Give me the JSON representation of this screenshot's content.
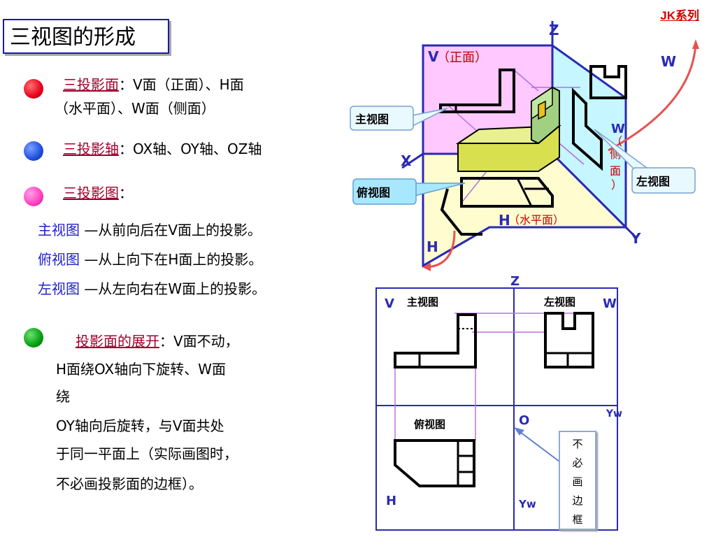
{
  "title": "三视图的形成",
  "series_tag": "JK系列",
  "colors": {
    "bullet1": "#e8001c",
    "bullet2": "#1e4fe0",
    "bullet3": "#ff40c0",
    "bullet4": "#00a010",
    "term": "#a0002c",
    "view_name": "#2222cc",
    "axis": "#2a2ab4"
  },
  "bullets": {
    "b1": {
      "term": "三投影面",
      "text1": "：V面（正面）、H面",
      "text2": "（水平面）、W面（侧面）"
    },
    "b2": {
      "term": "三投影轴",
      "text": "：OX轴、OY轴、OZ轴"
    },
    "b3": {
      "term": "三投影图",
      "text": "："
    },
    "views": [
      {
        "name": "主视图",
        "desc": " —从前向后在V面上的投影。"
      },
      {
        "name": "俯视图",
        "desc": " —从上向下在H面上的投影。"
      },
      {
        "name": "左视图",
        "desc": " —从左向右在W面上的投影。"
      }
    ],
    "b4": {
      "term": "投影面的展开",
      "text1": "：V面不动，",
      "line2": "H面绕OX轴向下旋转、W面",
      "line3": "绕",
      "line4": "OY轴向后旋转，与V面共处",
      "line5": "于同一平面上（实际画图时，",
      "line6": "不必画投影面的边框）。"
    }
  },
  "diagram3d": {
    "axis_z": "Z",
    "axis_x": "X",
    "axis_y": "Y",
    "axis_h": "H",
    "plane_v": "V",
    "plane_v_label": "（正面）",
    "plane_w": "W",
    "plane_w_inner": "W",
    "plane_w_label": [
      "（",
      "侧",
      "面",
      "）"
    ],
    "plane_h": "H",
    "plane_h_label": "（水平面）",
    "callout_front": "主视图",
    "callout_top": "俯视图",
    "callout_left": "左视图"
  },
  "diagram2d": {
    "axis_z": "Z",
    "v": "V",
    "w": "W",
    "o": "O",
    "h": "H",
    "yw_right": "Yw",
    "yw_bottom": "Yw",
    "front": "主视图",
    "left": "左视图",
    "top": "俯视图",
    "note": [
      "不",
      "必",
      "画",
      "边",
      "框"
    ]
  }
}
